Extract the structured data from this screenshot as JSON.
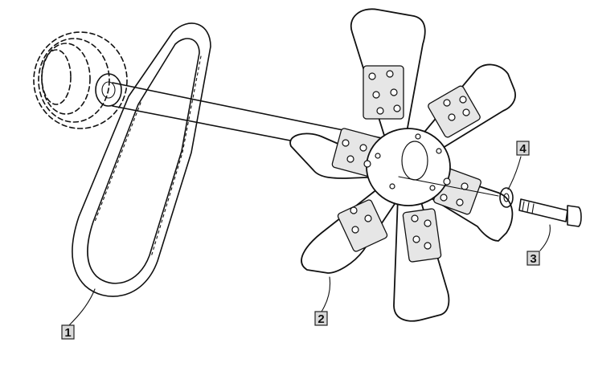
{
  "diagram": {
    "callouts": [
      {
        "id": "belt",
        "label": "1"
      },
      {
        "id": "fan",
        "label": "2"
      },
      {
        "id": "bolt",
        "label": "3"
      },
      {
        "id": "washer",
        "label": "4"
      }
    ]
  }
}
